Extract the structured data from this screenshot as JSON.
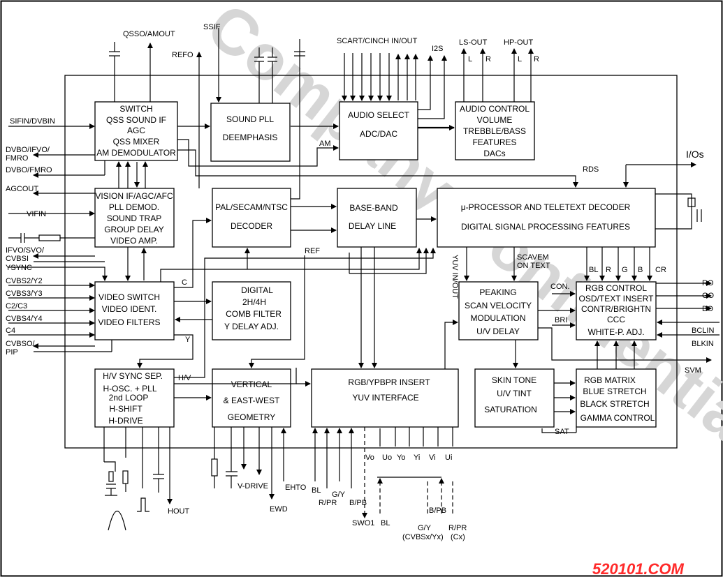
{
  "watermark": "Company Confidential",
  "site_mark": "520101.COM",
  "blocks": {
    "sound_if": [
      "SWITCH",
      "QSS SOUND IF",
      "AGC",
      "QSS MIXER",
      "AM DEMODULATOR"
    ],
    "sound_pll": [
      "SOUND PLL",
      "DEEMPHASIS"
    ],
    "audio_select": [
      "AUDIO SELECT",
      "ADC/DAC"
    ],
    "audio_control": [
      "AUDIO CONTROL",
      "VOLUME",
      "TREBBLE/BASS",
      "FEATURES",
      "DACs"
    ],
    "vision_if": [
      "VISION IF/AGC/AFC",
      "PLL DEMOD.",
      "SOUND TRAP",
      "GROUP DELAY",
      "VIDEO AMP."
    ],
    "pal_decoder": [
      "PAL/SECAM/NTSC",
      "DECODER"
    ],
    "baseband": [
      "BASE-BAND",
      "DELAY LINE"
    ],
    "processor": [
      "μ-PROCESSOR AND TELETEXT DECODER",
      "DIGITAL SIGNAL PROCESSING FEATURES"
    ],
    "video_switch": [
      "VIDEO SWITCH",
      "VIDEO IDENT.",
      "VIDEO FILTERS"
    ],
    "comb_filter": [
      "DIGITAL",
      "2H/4H",
      "COMB FILTER",
      "Y DELAY ADJ."
    ],
    "peaking": [
      "PEAKING",
      "SCAN VELOCITY",
      "MODULATION",
      "U/V DELAY"
    ],
    "rgb_control": [
      "RGB CONTROL",
      "OSD/TEXT INSERT",
      "CONTR/BRIGHTN",
      "CCC",
      "WHITE-P. ADJ."
    ],
    "hv_sync": [
      "H/V SYNC SEP.",
      "H-OSC. + PLL",
      "2nd LOOP",
      "H-SHIFT",
      "H-DRIVE"
    ],
    "vertical": [
      "VERTICAL",
      "& EAST-WEST",
      "GEOMETRY"
    ],
    "rgb_insert": [
      "RGB/YPBPR INSERT",
      "YUV INTERFACE"
    ],
    "skin_tone": [
      "SKIN TONE",
      "U/V TINT",
      "SATURATION"
    ],
    "rgb_matrix": [
      "RGB MATRIX",
      "BLUE STRETCH",
      "BLACK STRETCH",
      "GAMMA CONTROL"
    ]
  },
  "labels": {
    "qsso": "QSSO/AMOUT",
    "ssif": "SSIF",
    "refo": "REFO",
    "scart": "SCART/CINCH IN/OUT",
    "i2s": "I2S",
    "ls_out": "LS-OUT",
    "hp_out": "HP-OUT",
    "l1": "L",
    "r1": "R",
    "l2": "L",
    "r2": "R",
    "am": "AM",
    "ios": "I/Os",
    "rds": "RDS",
    "ref": "REF",
    "yuv_in_out": "YUV IN/OUT",
    "scavem": "SCAVEM",
    "on_text": "ON TEXT",
    "bl_in": "BL",
    "r_in": "R",
    "g_in": "G",
    "b_in": "B",
    "cr_in": "CR",
    "con": "CON.",
    "bri": "BRI",
    "c": "C",
    "y": "Y",
    "hv": "H/V",
    "sat": "SAT",
    "svm": "SVM",
    "ro": "RO",
    "go": "GO",
    "bo": "BO",
    "bclin": "BCLIN",
    "blkin": "BLKIN",
    "sifin": "SIFIN/DVBIN",
    "dvbo1": "DVBO/IFVO/",
    "fmro": "FMRO",
    "dvbo2": "DVBO/FMRO",
    "agcout": "AGCOUT",
    "vifin": "VIFIN",
    "ifvo": "IFVO/SVO/",
    "cvbsi": "CVBSI",
    "ysync": "YSYNC",
    "cvbs2": "CVBS2/Y2",
    "cvbs3": "CVBS3/Y3",
    "c2c3": "C2/C3",
    "cvbs4": "CVBS4/Y4",
    "c4": "C4",
    "cvbso": "CVBSO/",
    "pip": "PIP",
    "hout": "HOUT",
    "vdrive": "V-DRIVE",
    "ehto": "EHTO",
    "ewd": "EWD",
    "bl_bot": "BL",
    "rpr": "R/PR",
    "gy": "G/Y",
    "bpb": "B/PB",
    "swo1": "SWO1",
    "bl_bot2": "BL",
    "vo": "Vo",
    "uo": "Uo",
    "yo": "Yo",
    "yi": "Yi",
    "vi": "Vi",
    "ui": "Ui",
    "bpb2": "B/PB",
    "gy2": "G/Y",
    "cvbsx": "(CVBSx/Yx)",
    "rpr2": "R/PR",
    "cx": "(Cx)"
  }
}
